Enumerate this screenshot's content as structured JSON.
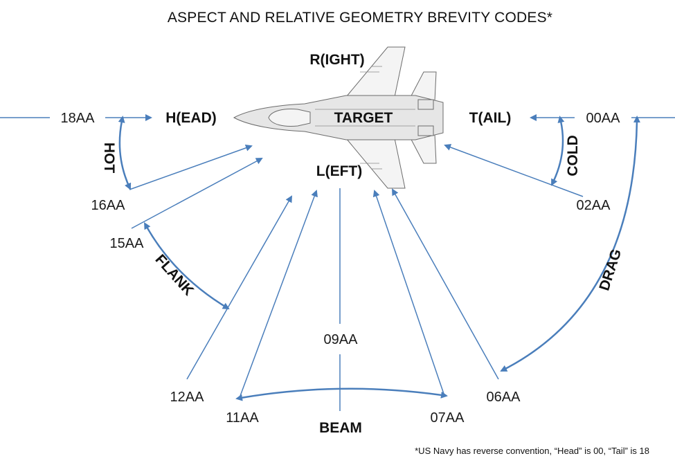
{
  "title": "ASPECT AND RELATIVE GEOMETRY BREVITY CODES*",
  "footnote": "*US Navy has reverse convention, “Head” is 00, “Tail” is 18",
  "aircraft_labels": {
    "right": "R(IGHT)",
    "left": "L(EFT)",
    "head": "H(EAD)",
    "tail": "T(AIL)",
    "target": "TARGET"
  },
  "aspect_labels": {
    "aa18": "18AA",
    "aa16": "16AA",
    "aa15": "15AA",
    "aa12": "12AA",
    "aa11": "11AA",
    "aa09": "09AA",
    "aa07": "07AA",
    "aa06": "06AA",
    "aa02": "02AA",
    "aa00": "00AA"
  },
  "zone_labels": {
    "hot": "HOT",
    "flank": "FLANK",
    "beam": "BEAM",
    "drag": "DRAG",
    "cold": "COLD"
  },
  "colors": {
    "arrow": "#4a7ebb",
    "text": "#111111"
  }
}
